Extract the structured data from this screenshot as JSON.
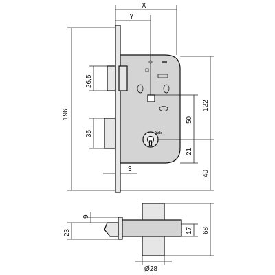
{
  "diagram": {
    "brand": "Yale",
    "dimensions": {
      "x": "X",
      "y": "Y",
      "overall_height": "196",
      "latch_height": "26,5",
      "deadbolt_height": "35",
      "faceplate_thickness": "3",
      "backset_height": "122",
      "center_distance": "50",
      "cylinder_offset": "21",
      "bottom_offset": "40",
      "rose_diameter": "Ø28",
      "spindle_thickness": "9",
      "bolt_height": "23",
      "body_depth": "17",
      "total_depth": "68"
    }
  },
  "colors": {
    "body_fill": "#d4d4d4",
    "bolt_fill": "#e6e6e6",
    "line": "#222222"
  }
}
